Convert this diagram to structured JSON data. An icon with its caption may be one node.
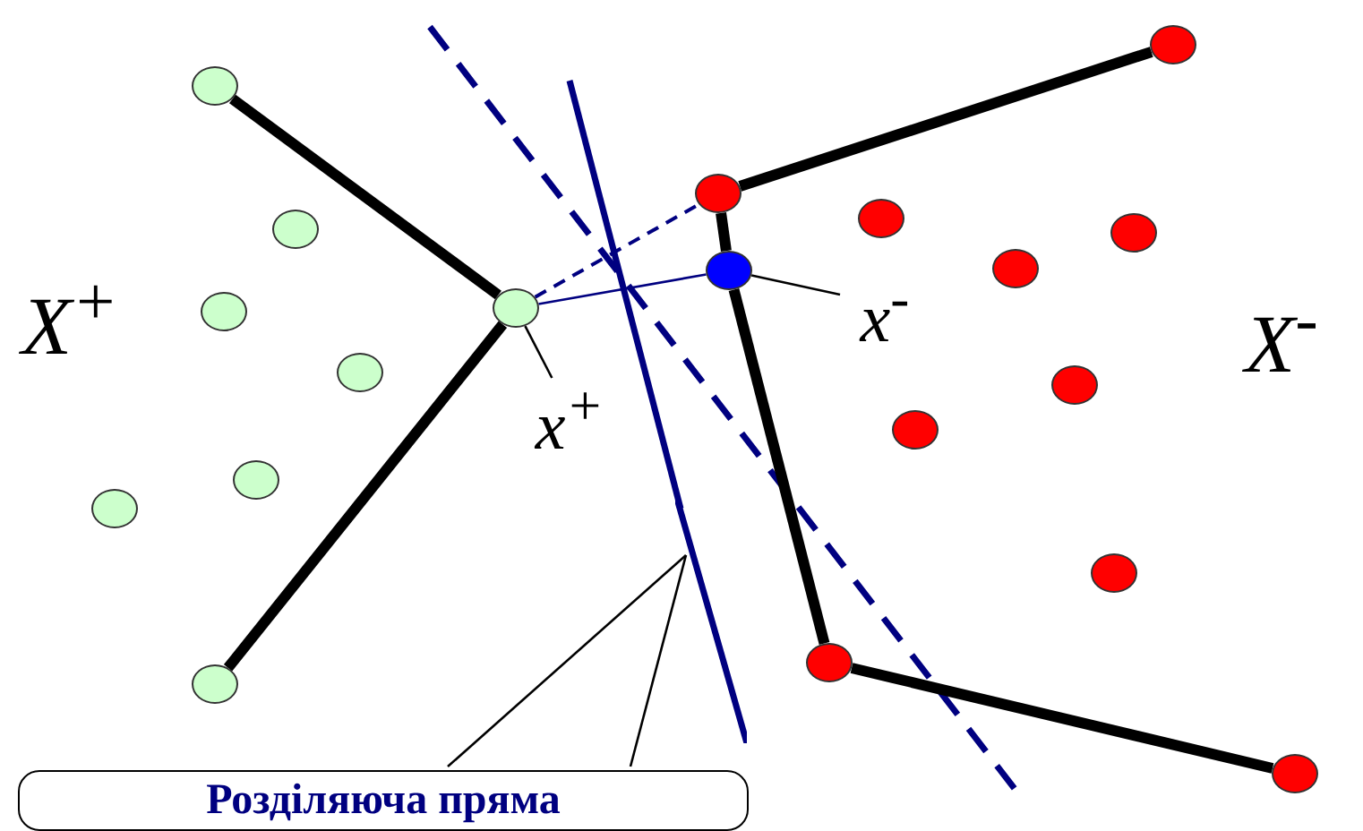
{
  "diagram": {
    "nodes": [
      {
        "text": [
          "Розділяюча пряма"
        ]
      },
      {
        "text": [
          "x$^{+}$"
        ]
      },
      {
        "text": [
          "x$^{-}$"
        ]
      },
      {
        "text": [],
        "shape": "line"
      },
      {
        "text": [],
        "shape": "circle"
      },
      {
        "text": [],
        "shape": "circle"
      },
      {
        "text": [],
        "shape": "circle"
      },
      {
        "text": [],
        "shape": "circle"
      },
      {
        "text": [],
        "shape": "circle"
      },
      {
        "text": [],
        "shape": "circle"
      },
      {
        "text": [],
        "shape": "circle"
      },
      {
        "text": [],
        "shape": "circle"
      },
      {
        "text": [],
        "shape": "circle"
      },
      {
        "text": [],
        "shape": "circle"
      },
      {
        "text": [],
        "shape": "circle"
      },
      {
        "text": [],
        "shape": "circle"
      },
      {
        "text": [],
        "shape": "circle"
      },
      {
        "text": [],
        "shape": "circle"
      },
      {
        "text": [],
        "shape": "circle"
      },
      {
        "text": [],
        "shape": "circle"
      },
      {
        "text": [],
        "shape": "circle"
      },
      {
        "text": [],
        "shape": "circle"
      },
      {
        "text": [],
        "shape": "circle"
      }
    ],
    "edges": [
      {
        "from": 4,
        "to": 7,
        "arrow": "none",
        "style": "thick"
      },
      {
        "from": 7,
        "to": 11,
        "arrow": "none",
        "style": "thick"
      },
      {
        "from": 14,
        "to": 12,
        "arrow": "none",
        "style": "thick"
      },
      {
        "from": 12,
        "to": 13,
        "arrow": "none",
        "style": "thick"
      },
      {
        "from": 13,
        "to": 21,
        "arrow": "none",
        "style": "thick"
      },
      {
        "from": 21,
        "to": 22,
        "arrow": "none",
        "style": "thick"
      },
      {
        "from": 7,
        "to": 12,
        "arrow": "none",
        "style": "dashed",
        "color": "#000080"
      },
      {
        "from": 7,
        "to": 13,
        "arrow": "none",
        "color": "#000080"
      },
      {
        "from": 1,
        "to": 7,
        "arrow": "none"
      },
      {
        "from": 2,
        "to": 13,
        "arrow": "none"
      },
      {
        "from": 0,
        "to": 3,
        "arrow": "none"
      },
      {
        "from": 0,
        "to": 3,
        "arrow": "none"
      }
    ],
    "labels": [
      "X$^{+}$",
      "X$^{-}$"
    ]
  }
}
